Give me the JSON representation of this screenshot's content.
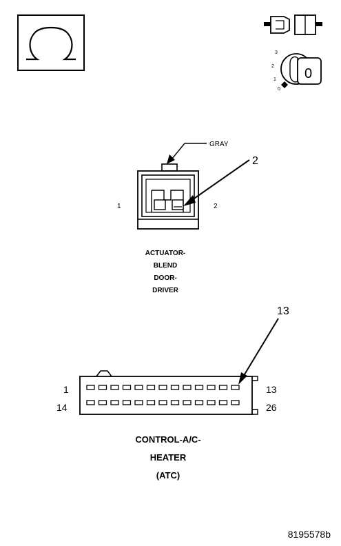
{
  "meter_symbol": {
    "icon": "ohm-symbol-icon"
  },
  "ignition": {
    "key_icon": "ignition-key-icon",
    "switch_icon": "ignition-switch-icon",
    "positions": [
      "3",
      "2",
      "1",
      "0"
    ],
    "key_label": "0"
  },
  "actuator": {
    "wire_color": "GRAY",
    "callout": "2",
    "pin_left": "1",
    "pin_right": "2",
    "name_lines": [
      "ACTUATOR-",
      "BLEND",
      "DOOR-",
      "DRIVER"
    ]
  },
  "control_module": {
    "callout": "13",
    "row1_left": "1",
    "row1_right": "13",
    "row2_left": "14",
    "row2_right": "26",
    "name_lines": [
      "CONTROL-A/C-",
      "HEATER",
      "(ATC)"
    ]
  },
  "figure_id": "8195578b"
}
